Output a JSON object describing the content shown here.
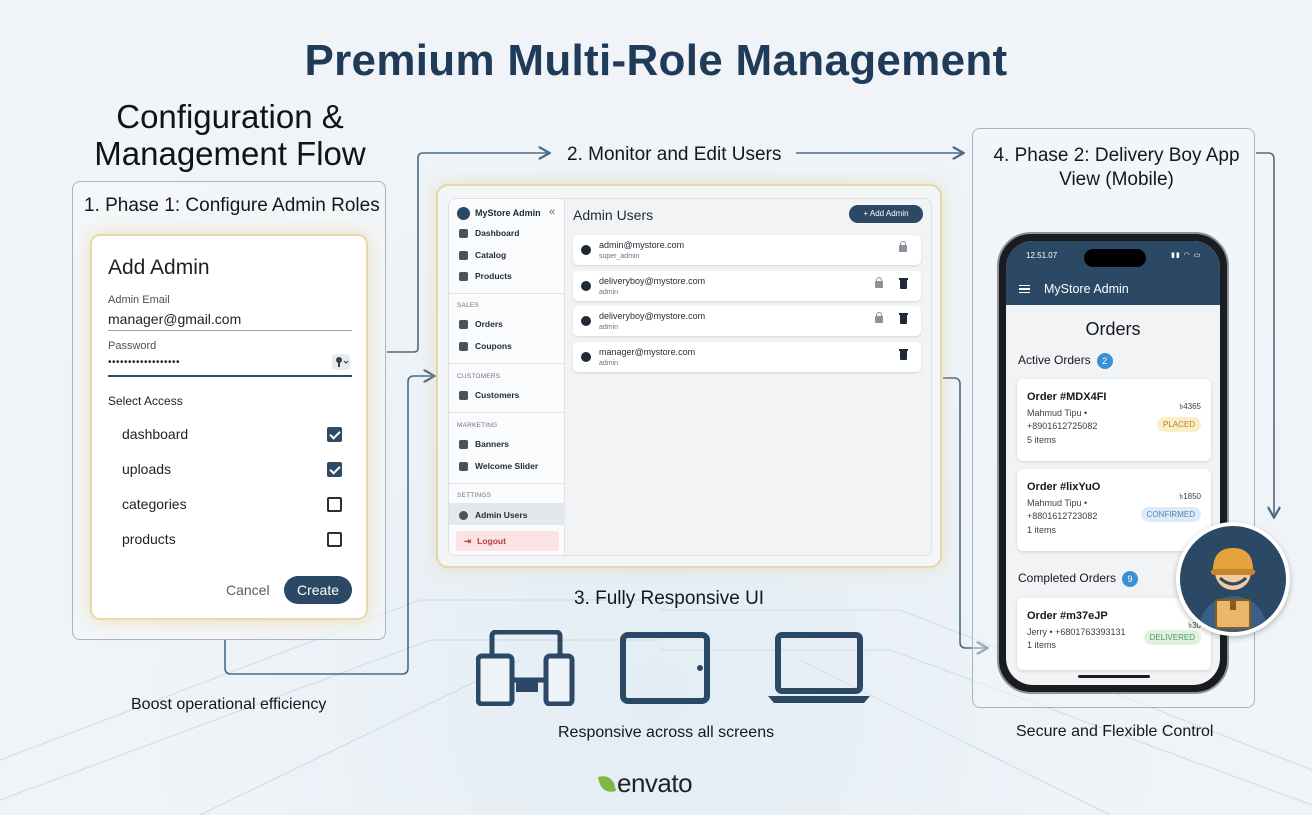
{
  "main_title": "Premium Multi-Role Management",
  "flow_title": "Configuration & Management Flow",
  "phase1": {
    "label": "1. Phase 1: Configure Admin Roles",
    "dialog": {
      "title": "Add Admin",
      "email_label": "Admin Email",
      "email_value": "manager@gmail.com",
      "password_label": "Password",
      "password_value": "••••••••••••••••••",
      "select_access_label": "Select Access",
      "access": [
        {
          "label": "dashboard",
          "checked": true
        },
        {
          "label": "uploads",
          "checked": true
        },
        {
          "label": "categories",
          "checked": false
        },
        {
          "label": "products",
          "checked": false
        }
      ],
      "cancel_label": "Cancel",
      "create_label": "Create"
    },
    "caption": "Boost operational efficiency"
  },
  "phase2": {
    "label": "2. Monitor and Edit Users",
    "panel": {
      "brand": "MyStore Admin",
      "collapse_icon": "«",
      "nav": {
        "dashboard": "Dashboard",
        "catalog": "Catalog",
        "products": "Products",
        "sales_section": "SALES",
        "orders": "Orders",
        "coupons": "Coupons",
        "customers_section": "CUSTOMERS",
        "customers": "Customers",
        "marketing_section": "MARKETING",
        "banners": "Banners",
        "welcome_slider": "Welcome Slider",
        "settings_section": "SETTINGS",
        "admin_users": "Admin Users",
        "logout": "Logout"
      },
      "content_title": "Admin Users",
      "add_button": "+ Add Admin",
      "users": [
        {
          "email": "admin@mystore.com",
          "role": "super_admin",
          "lock": true,
          "delete": false
        },
        {
          "email": "deliveryboy@mystore.com",
          "role": "admin",
          "lock": true,
          "delete": true
        },
        {
          "email": "deliveryboy@mystore.com",
          "role": "admin",
          "lock": true,
          "delete": true
        },
        {
          "email": "manager@mystore.com",
          "role": "admin",
          "lock": false,
          "delete": true
        }
      ]
    }
  },
  "phase3": {
    "label": "3. Fully Responsive UI",
    "caption": "Responsive across all screens",
    "icons": [
      "multi-device-icon",
      "tablet-icon",
      "laptop-icon"
    ]
  },
  "phase4": {
    "label": "4. Phase 2: Delivery Boy App View (Mobile)",
    "caption": "Secure and Flexible Control",
    "phone": {
      "time": "12.51.07",
      "status_icons": "▮▮ ◠ ▭",
      "app_title": "MyStore Admin",
      "page_title": "Orders",
      "active_label": "Active Orders",
      "active_count": "2",
      "completed_label": "Completed Orders",
      "completed_count": "9",
      "active_orders": [
        {
          "id": "Order #MDX4FI",
          "customer": "Mahmud Tipu • +8901612725082",
          "items": "5 items",
          "amount": "৳4365",
          "status": "PLACED"
        },
        {
          "id": "Order #lixYuO",
          "customer": "Mahmud Tipu • +8801612723082",
          "items": "1 items",
          "amount": "৳1850",
          "status": "CONFIRMED"
        }
      ],
      "completed_orders": [
        {
          "id": "Order #m37eJP",
          "customer": "Jerry • +6801763393131",
          "items": "1 items",
          "amount": "৳30",
          "status": "DELIVERED"
        }
      ]
    }
  },
  "brand": "envato",
  "colors": {
    "primary": "#2b4865",
    "title": "#1f3b58",
    "accent_gold": "#e5d7a8",
    "badge_blue": "#3c8fd4"
  }
}
